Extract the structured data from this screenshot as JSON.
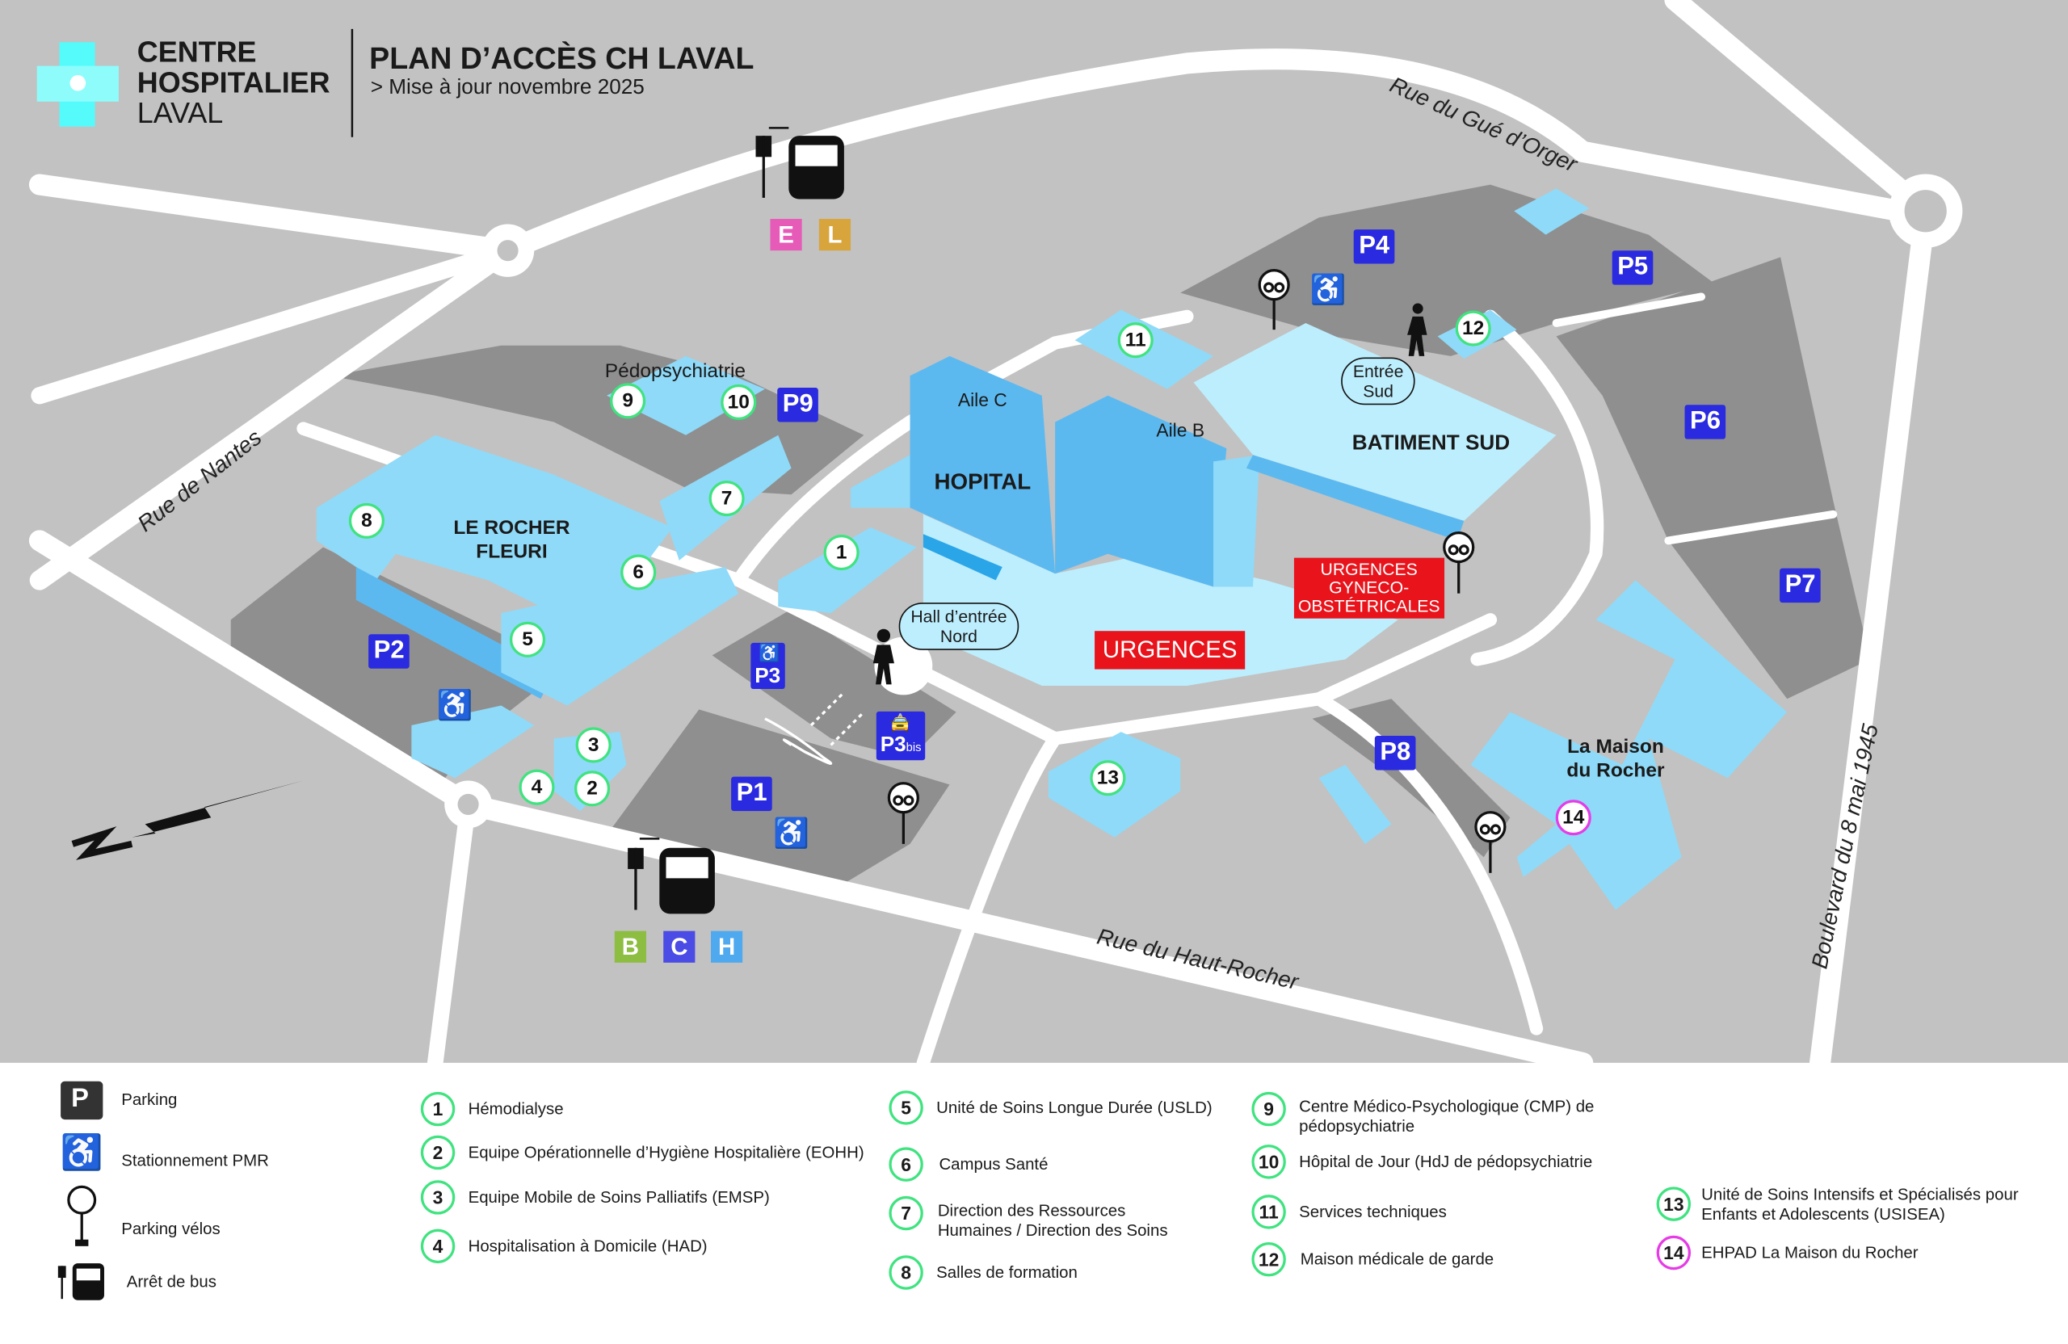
{
  "header": {
    "logo_line1": "CENTRE",
    "logo_line2": "HOSPITALIER",
    "logo_line3": "LAVAL",
    "title": "PLAN D’ACCÈS CH LAVAL",
    "subtitle": "> Mise à jour novembre 2025"
  },
  "streets": {
    "gue_dorger": "Rue du Gué d’Orger",
    "nantes": "Rue de Nantes",
    "haut_rocher": "Rue du Haut-Rocher",
    "boulevard": "Boulevard du 8 mai 1945"
  },
  "buildings": {
    "pedopsy": "Pédopsychiatrie",
    "rocher_fleuri_1": "LE ROCHER",
    "rocher_fleuri_2": "FLEURI",
    "aile_c": "Aile C",
    "aile_b": "Aile B",
    "hopital": "HOPITAL",
    "batiment_sud": "BATIMENT SUD",
    "maison_1": "La Maison",
    "maison_2": "du Rocher"
  },
  "entrances": {
    "sud_1": "Entrée",
    "sud_2": "Sud",
    "nord_1": "Hall d’entrée",
    "nord_2": "Nord"
  },
  "emergencies": {
    "urgences": "URGENCES",
    "gyneco_1": "URGENCES",
    "gyneco_2": "GYNECO-",
    "gyneco_3": "OBSTÉTRICALES"
  },
  "parkings": {
    "p1": "P1",
    "p2": "P2",
    "p3": "P3",
    "p3bis": "P3",
    "p3bis_suffix": "bis",
    "p4": "P4",
    "p5": "P5",
    "p6": "P6",
    "p7": "P7",
    "p8": "P8",
    "p9": "P9"
  },
  "bus_lines": {
    "north": [
      {
        "label": "E",
        "color": "#e75bb8"
      },
      {
        "label": "L",
        "color": "#d8a53c"
      }
    ],
    "south": [
      {
        "label": "B",
        "color": "#8dbd41"
      },
      {
        "label": "C",
        "color": "#4b4be6"
      },
      {
        "label": "H",
        "color": "#4ea9ef"
      }
    ]
  },
  "markers": [
    "1",
    "2",
    "3",
    "4",
    "5",
    "6",
    "7",
    "8",
    "9",
    "10",
    "11",
    "12",
    "13",
    "14"
  ],
  "legend": {
    "symbols": [
      {
        "icon": "parking-icon",
        "label": "Parking",
        "glyph": "P"
      },
      {
        "icon": "pmr-parking-icon",
        "label": "Stationnement PMR"
      },
      {
        "icon": "bike-parking-icon",
        "label": "Parking vélos"
      },
      {
        "icon": "bus-stop-icon",
        "label": "Arrêt de bus"
      }
    ],
    "items": [
      {
        "num": "1",
        "text": "Hémodialyse"
      },
      {
        "num": "2",
        "text": "Equipe Opérationnelle d’Hygiène Hospitalière (EOHH)"
      },
      {
        "num": "3",
        "text": "Equipe Mobile de Soins Palliatifs (EMSP)"
      },
      {
        "num": "4",
        "text": "Hospitalisation à Domicile (HAD)"
      },
      {
        "num": "5",
        "text": "Unité de Soins Longue Durée (USLD)"
      },
      {
        "num": "6",
        "text": "Campus Santé"
      },
      {
        "num": "7",
        "text": "Direction des Ressources Humaines / Direction des Soins"
      },
      {
        "num": "8",
        "text": "Salles de formation"
      },
      {
        "num": "9",
        "text": "Centre Médico-Psychologique (CMP) de pédopsychiatrie"
      },
      {
        "num": "10",
        "text": "Hôpital de Jour (HdJ de pédopsychiatrie"
      },
      {
        "num": "11",
        "text": "Services techniques"
      },
      {
        "num": "12",
        "text": "Maison médicale de garde"
      },
      {
        "num": "13",
        "text": "Unité de Soins Intensifs et Spécialisés pour Enfants et Adolescents  (USISEA)"
      },
      {
        "num": "14",
        "text": "EHPAD La Maison du Rocher"
      }
    ]
  },
  "colors": {
    "map_bg": "#c2c2c2",
    "parking_area": "#8f8f8f",
    "building_light": "#bdeefd",
    "building_mid": "#8fdaf8",
    "building_dark": "#5cb9f0",
    "parking_badge": "#2a2ae0",
    "marker_border": "#3fe37f",
    "marker_ehpad": "#e63ce6",
    "emergency": "#e8131b",
    "logo_cross": "#55fbfb"
  }
}
